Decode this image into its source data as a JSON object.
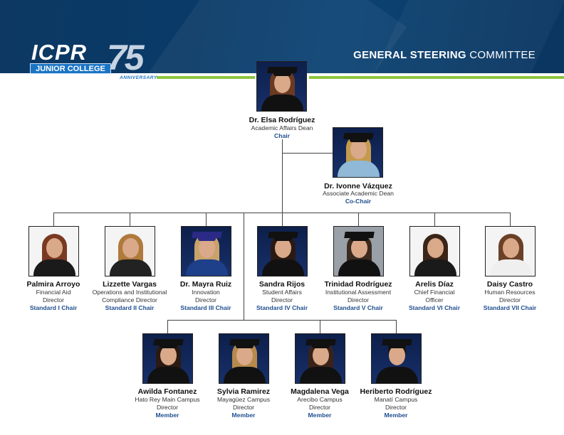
{
  "header": {
    "title_bold": "GENERAL STEERING",
    "title_rest": " COMMITTEE",
    "logo": {
      "main": "ICPR",
      "sub": "JUNIOR COLLEGE",
      "number": "75",
      "tag": "ANNIVERSARY"
    }
  },
  "colors": {
    "header_bg": "#0c3863",
    "accent_green": "#8cc63f",
    "role_blue": "#1f4f8f"
  },
  "chair": {
    "name": "Dr. Elsa Rodríguez",
    "title": "Academic Affairs Dean",
    "role": "Chair"
  },
  "co_chair": {
    "name": "Dr. Ivonne Vázquez",
    "title": "Associate Academic Dean",
    "role": "Co-Chair"
  },
  "standards": [
    {
      "name": "Palmira Arroyo",
      "title1": "Financial Aid",
      "title2": "Director",
      "role": "Standard I Chair"
    },
    {
      "name": "Lizzette Vargas",
      "title1": "Operations and Institutional",
      "title2": "Compliance Director",
      "role": "Standard II Chair"
    },
    {
      "name": "Dr. Mayra Ruiz",
      "title1": "Innovation",
      "title2": "Director",
      "role": "Standard III Chair"
    },
    {
      "name": "Sandra Rijos",
      "title1": "Student Affairs",
      "title2": "Director",
      "role": "Standard IV Chair"
    },
    {
      "name": "Trinidad Rodríguez",
      "title1": "Institutional Assessment",
      "title2": "Director",
      "role": "Standard V Chair"
    },
    {
      "name": "Arelis Díaz",
      "title1": "Chief Financial",
      "title2": "Officer",
      "role": "Standard VI Chair"
    },
    {
      "name": "Daisy Castro",
      "title1": "Human Resources",
      "title2": "Director",
      "role": "Standard VII Chair"
    }
  ],
  "members": [
    {
      "name": "Awilda Fontanez",
      "title1": "Hato Rey Main Campus",
      "title2": "Director",
      "role": "Member"
    },
    {
      "name": "Sylvia Ramirez",
      "title1": "Mayagüez Campus",
      "title2": "Director",
      "role": "Member"
    },
    {
      "name": "Magdalena Vega",
      "title1": "Arecibo Campus",
      "title2": "Director",
      "role": "Member"
    },
    {
      "name": "Heriberto Rodríguez",
      "title1": "Manatí Campus",
      "title2": "Director",
      "role": "Member"
    }
  ]
}
